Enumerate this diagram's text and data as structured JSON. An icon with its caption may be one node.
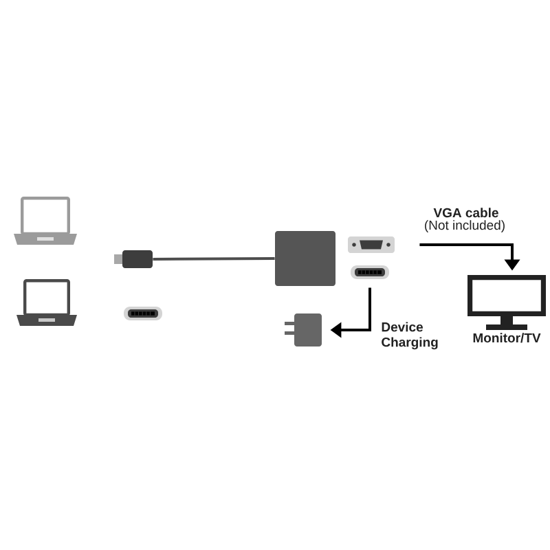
{
  "diagram": {
    "nodes": [
      {
        "text": [],
        "shape": "laptop"
      },
      {
        "text": [],
        "shape": "box"
      },
      {
        "text": [],
        "shape": "box"
      },
      {
        "text": [],
        "shape": "picture"
      },
      {
        "text": [],
        "shape": "picture"
      },
      {
        "text": [
          "Monitor/TV"
        ]
      },
      {
        "text": [],
        "shape": "laptop"
      },
      {
        "text": [],
        "shape": "picture"
      },
      {
        "text": [],
        "shape": "box"
      }
    ],
    "edges": [
      {
        "from": 1,
        "to": 2,
        "arrow": "none",
        "color": "#4d4d4d"
      },
      {
        "from": 3,
        "to": 5,
        "arrow": "to",
        "label": "VGA cable"
      },
      {
        "from": 4,
        "to": 8,
        "arrow": "to",
        "label": "Device Charging"
      }
    ],
    "labels": [
      "(Not included)"
    ]
  }
}
